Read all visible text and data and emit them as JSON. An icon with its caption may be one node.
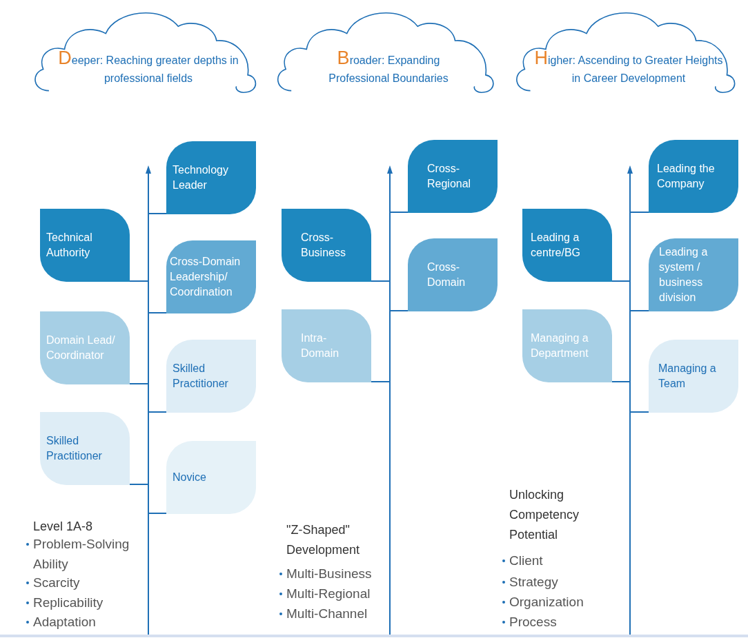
{
  "diagram": {
    "nodes": [
      {
        "text": [
          "**D**eeper: Reaching greater depths in professional fields"
        ]
      },
      {
        "text": [
          "**B**roader: Expanding Professional Boundaries"
        ]
      },
      {
        "text": [
          "**H**igher: Ascending to Greater Heights in Career Development"
        ]
      },
      {
        "text": [
          "Technology Leader"
        ]
      },
      {
        "text": [
          "Technical Authority"
        ]
      },
      {
        "text": [
          "Cross-Domain Leadership/ Coordination"
        ]
      },
      {
        "text": [
          "Domain Lead/ Coordinator"
        ]
      },
      {
        "text": [
          "Skilled Practitioner"
        ]
      },
      {
        "text": [
          "Skilled Practitioner"
        ]
      },
      {
        "text": [
          "Novice"
        ]
      },
      {
        "text": [
          "Cross-Regional"
        ]
      },
      {
        "text": [
          "Cross-Business"
        ]
      },
      {
        "text": [
          "Cross-Domain"
        ]
      },
      {
        "text": [
          "Intra-Domain"
        ]
      },
      {
        "text": [
          "Leading the Company"
        ]
      },
      {
        "text": [
          "Leading a centre/BG"
        ]
      },
      {
        "text": [
          "Leading a system / business division"
        ]
      },
      {
        "text": [
          "Managing a Department"
        ]
      },
      {
        "text": [
          "Managing a Team"
        ]
      },
      {
        "text": [],
        "shape": "arrow"
      },
      {
        "text": [],
        "shape": "arrow"
      },
      {
        "text": [],
        "shape": "arrow"
      }
    ],
    "edges": [
      {
        "from": 3,
        "to": 19,
        "arrow": "none"
      },
      {
        "from": 4,
        "to": 19,
        "arrow": "none"
      },
      {
        "from": 5,
        "to": 19,
        "arrow": "none"
      },
      {
        "from": 6,
        "to": 19,
        "arrow": "none"
      },
      {
        "from": 7,
        "to": 19,
        "arrow": "none"
      },
      {
        "from": 8,
        "to": 19,
        "arrow": "none"
      },
      {
        "from": 9,
        "to": 19,
        "arrow": "none"
      },
      {
        "from": 10,
        "to": 20,
        "arrow": "none"
      },
      {
        "from": 11,
        "to": 20,
        "arrow": "none"
      },
      {
        "from": 12,
        "to": 20,
        "arrow": "none"
      },
      {
        "from": 13,
        "to": 20,
        "arrow": "none"
      },
      {
        "from": 14,
        "to": 21,
        "arrow": "none"
      },
      {
        "from": 15,
        "to": 21,
        "arrow": "none"
      },
      {
        "from": 16,
        "to": 21,
        "arrow": "none"
      },
      {
        "from": 17,
        "to": 21,
        "arrow": "none"
      },
      {
        "from": 18,
        "to": 21,
        "arrow": "none"
      }
    ],
    "labels": [
      "Level 1A-8",
      "Problem-Solving Ability",
      "Scarcity",
      "Replicability",
      "Adaptation",
      "\"Z-Shaped\" Development",
      "Multi-Business",
      "Multi-Regional",
      "Multi-Channel",
      "Unlocking Competency Potential",
      "Client",
      "Strategy",
      "Organization",
      "Process"
    ]
  }
}
